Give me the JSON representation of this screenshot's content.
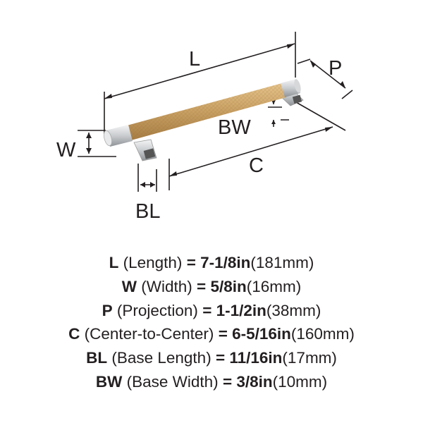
{
  "diagram": {
    "labels": {
      "L": "L",
      "P": "P",
      "W": "W",
      "BW": "BW",
      "C": "C",
      "BL": "BL"
    },
    "colors": {
      "brass": "#c9a063",
      "silver": "#d4d6d8",
      "line": "#231f20"
    }
  },
  "specs": [
    {
      "code": "L",
      "name": "(Length)",
      "eq": "=",
      "inch": "7-1/8in",
      "mm": "(181mm)"
    },
    {
      "code": "W",
      "name": "(Width)",
      "eq": "=",
      "inch": "5/8in",
      "mm": "(16mm)"
    },
    {
      "code": "P",
      "name": "(Projection)",
      "eq": "=",
      "inch": "1-1/2in",
      "mm": "(38mm)"
    },
    {
      "code": "C",
      "name": "(Center-to-Center)",
      "eq": "=",
      "inch": "6-5/16in",
      "mm": "(160mm)"
    },
    {
      "code": "BL",
      "name": "(Base Length)",
      "eq": "=",
      "inch": "11/16in",
      "mm": "(17mm)"
    },
    {
      "code": "BW",
      "name": "(Base Width)",
      "eq": "=",
      "inch": "3/8in",
      "mm": "(10mm)"
    }
  ]
}
